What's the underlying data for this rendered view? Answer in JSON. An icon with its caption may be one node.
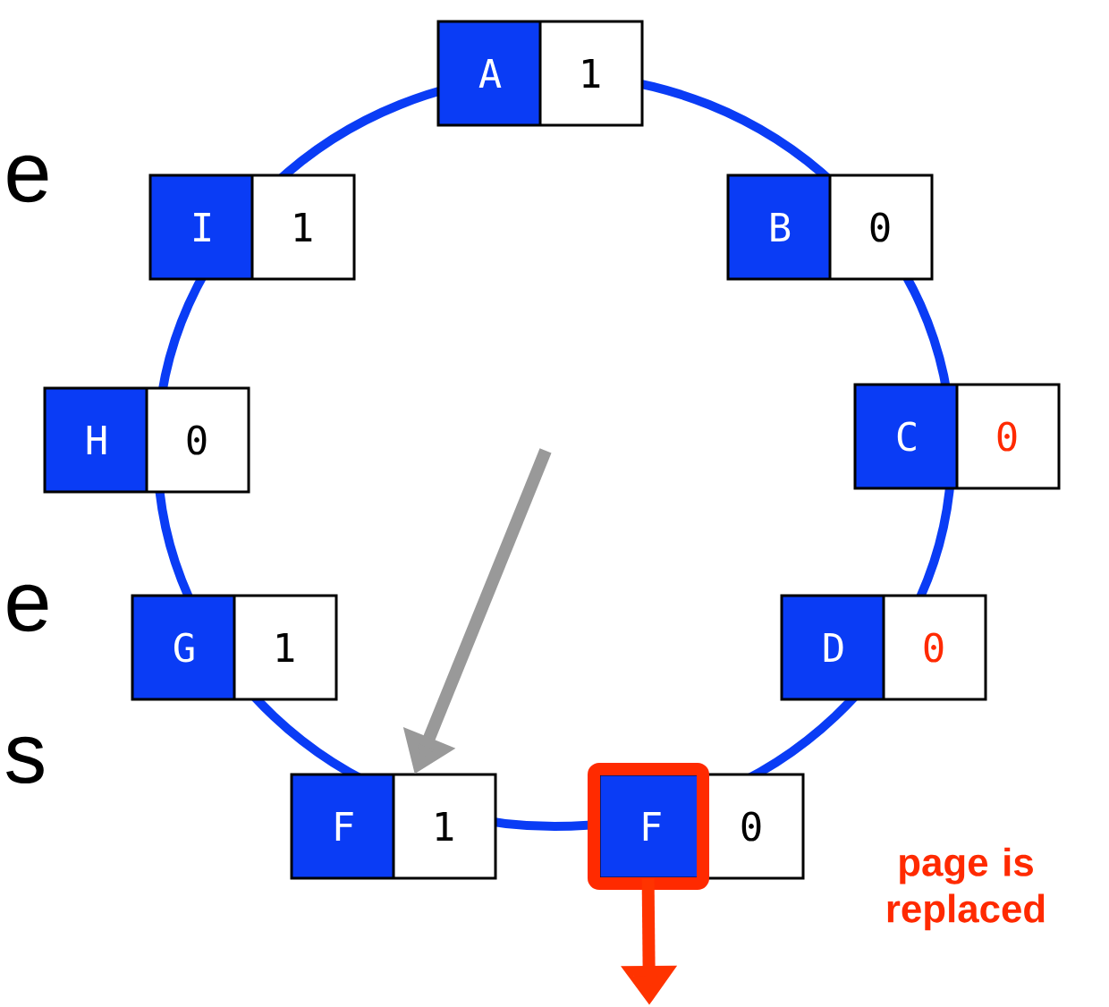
{
  "diagram": {
    "nodes": [
      {
        "text": [
          "A",
          "1"
        ]
      },
      {
        "text": [
          "B",
          "0"
        ]
      },
      {
        "text": [
          "C",
          "0"
        ]
      },
      {
        "text": [
          "D",
          "0"
        ]
      },
      {
        "text": [
          "F",
          "0"
        ],
        "beside": [
          "page is replaced"
        ]
      },
      {
        "text": [
          "F",
          "1"
        ]
      },
      {
        "text": [
          "G",
          "1"
        ]
      },
      {
        "text": [
          "H",
          "0"
        ]
      },
      {
        "text": [
          "I",
          "1"
        ]
      }
    ],
    "edges": [
      {
        "from": null,
        "to": 5,
        "arrow": "to",
        "color": "#999999"
      },
      {
        "from": 4,
        "to": null,
        "arrow": "to",
        "color": "#ff3300"
      }
    ],
    "labels": [
      "e",
      "e",
      "s"
    ]
  }
}
